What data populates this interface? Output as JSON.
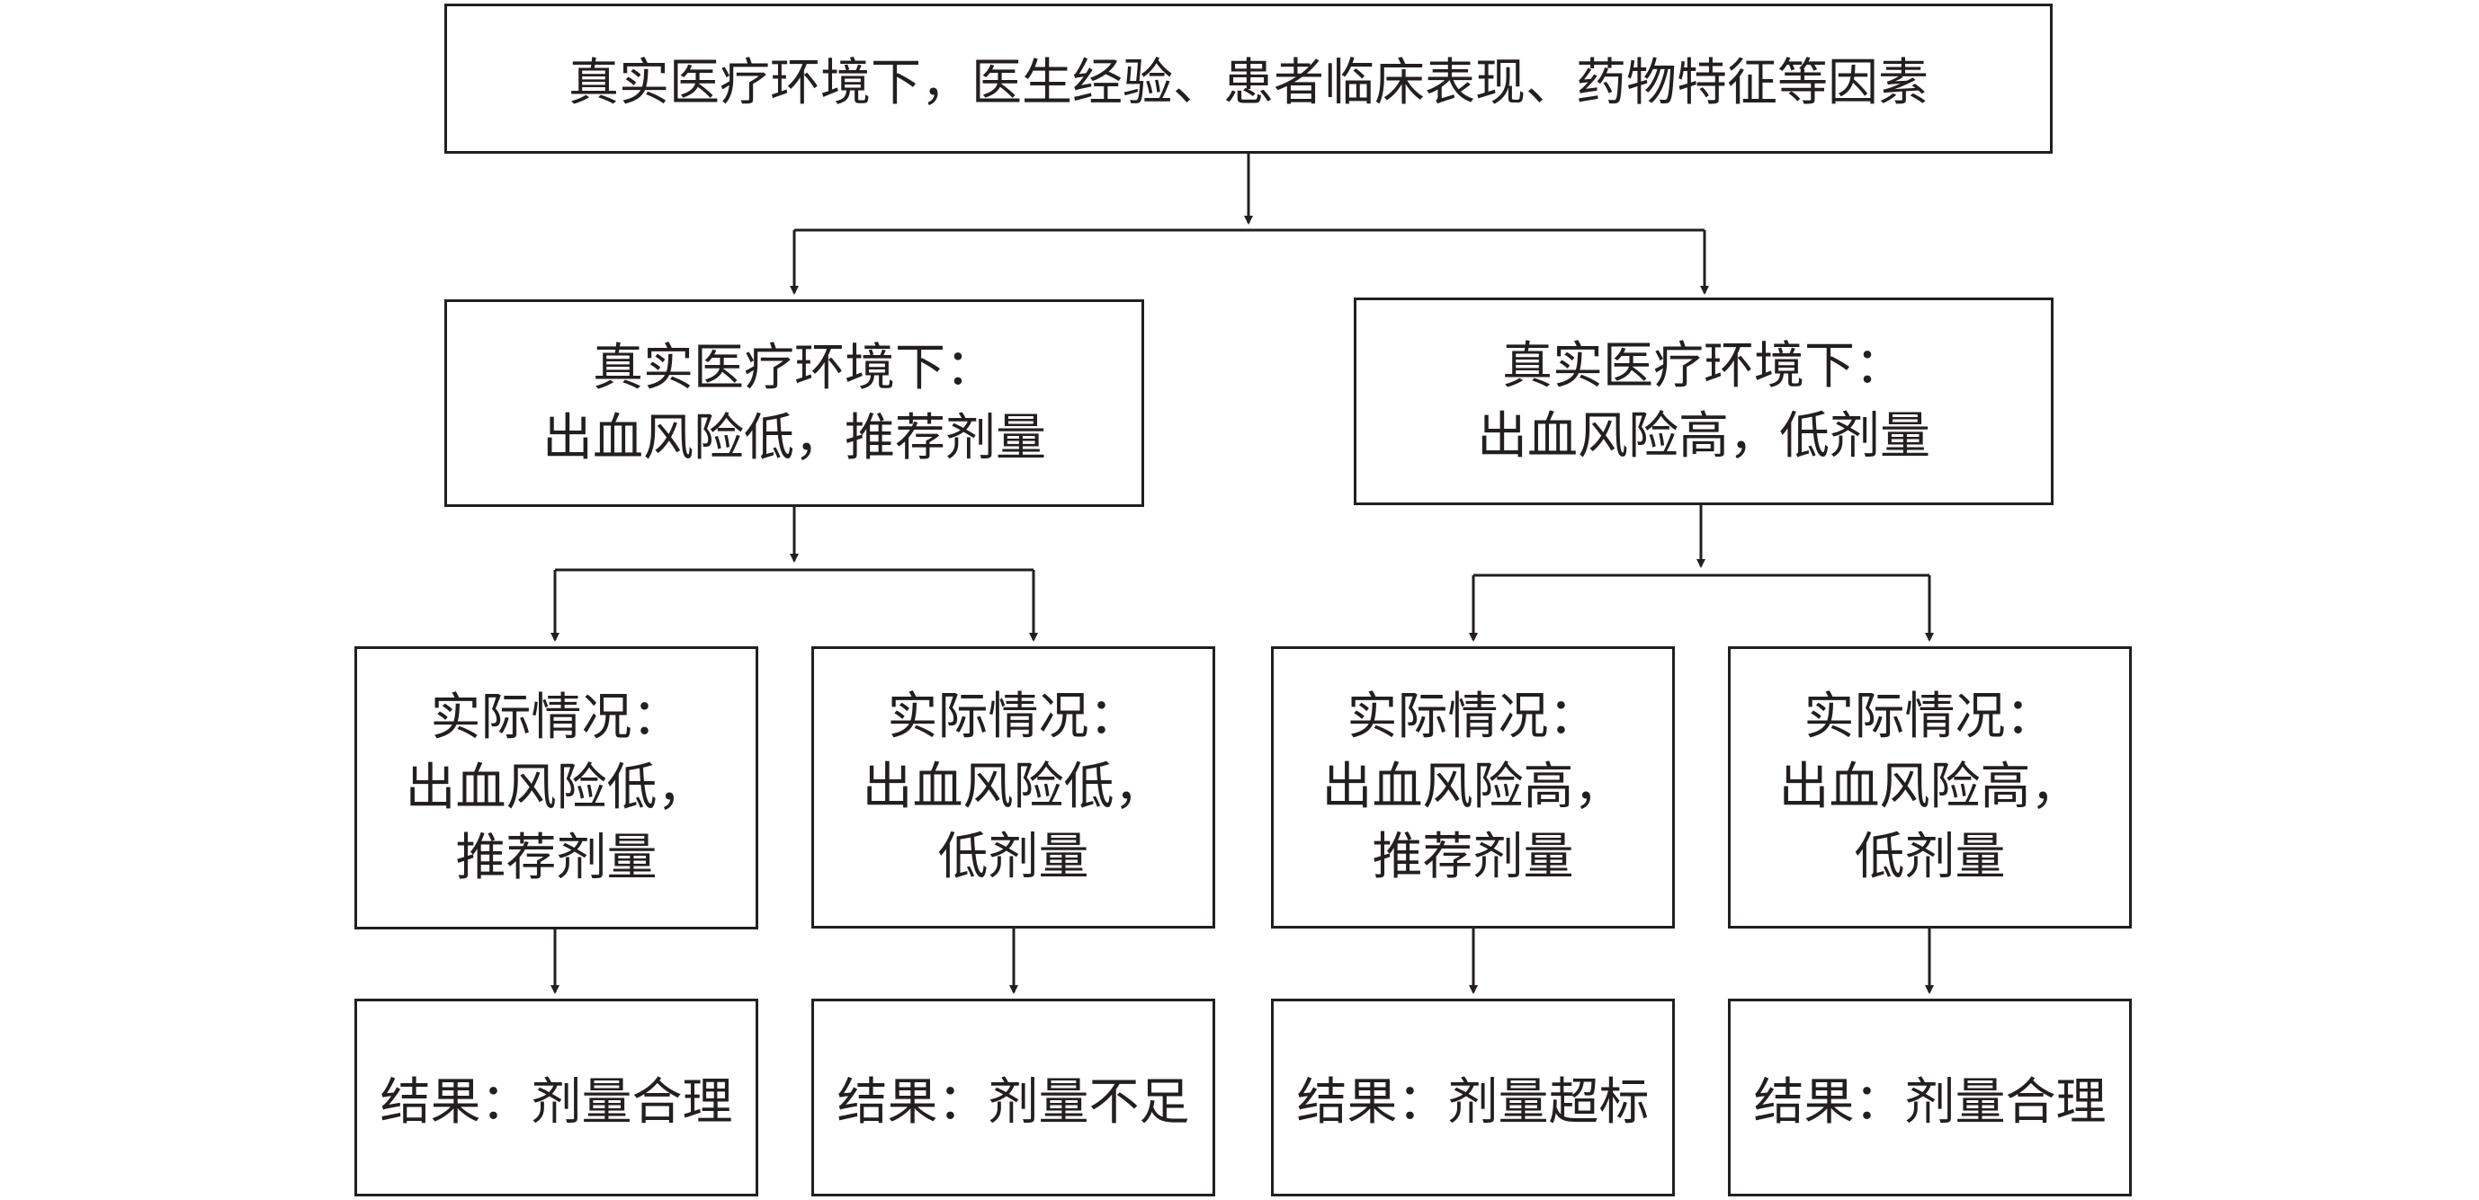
{
  "root": {
    "text": "真实医疗环境下，医生经验、患者临床表现、药物特征等因素"
  },
  "left": {
    "line1": "真实医疗环境下：",
    "line2": "出血风险低，推荐剂量"
  },
  "right": {
    "line1": "真实医疗环境下：",
    "line2": "出血风险高，低剂量"
  },
  "actual": [
    {
      "line1": "实际情况：",
      "line2": "出血风险低，",
      "line3": "推荐剂量"
    },
    {
      "line1": "实际情况：",
      "line2": "出血风险低，",
      "line3": "低剂量"
    },
    {
      "line1": "实际情况：",
      "line2": "出血风险高，",
      "line3": "推荐剂量"
    },
    {
      "line1": "实际情况：",
      "line2": "出血风险高，",
      "line3": "低剂量"
    }
  ],
  "results": [
    {
      "text": "结果：剂量合理"
    },
    {
      "text": "结果：剂量不足"
    },
    {
      "text": "结果：剂量超标"
    },
    {
      "text": "结果：剂量合理"
    }
  ],
  "colors": {
    "stroke": "#231f20",
    "background": "#ffffff"
  }
}
